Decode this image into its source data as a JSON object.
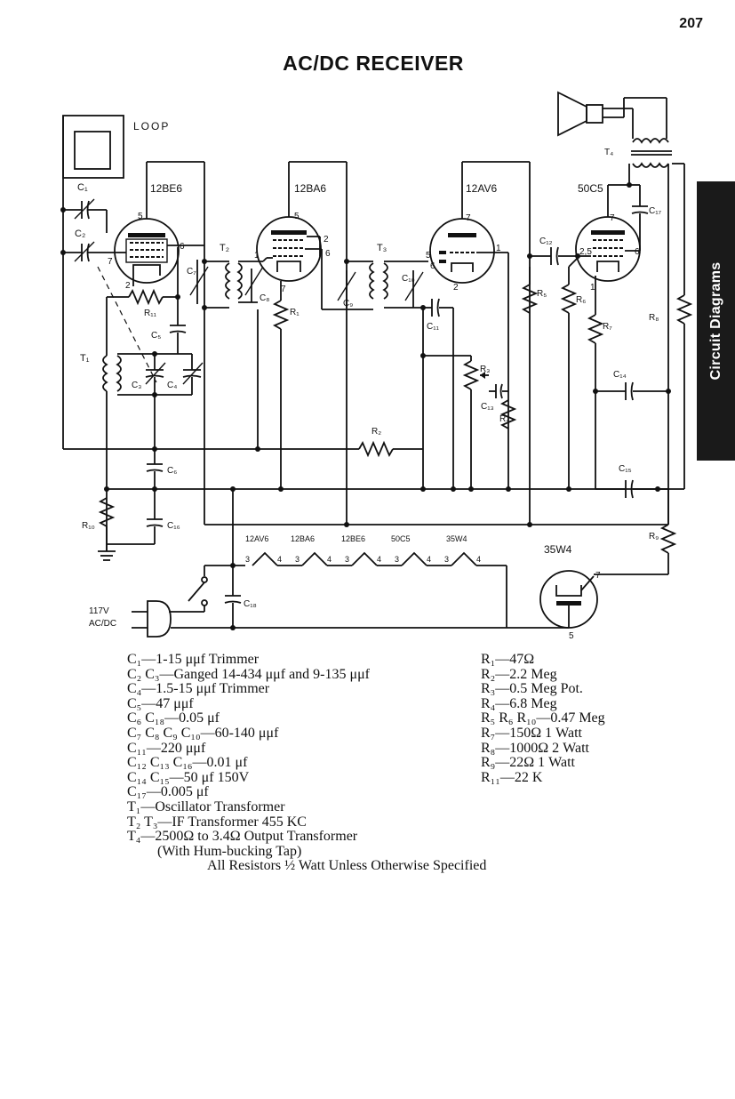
{
  "page": {
    "number": "207",
    "title": "AC/DC RECEIVER",
    "side_tab": "Circuit Diagrams"
  },
  "diagram": {
    "tubes": [
      "12BE6",
      "12BA6",
      "12AV6",
      "50C5",
      "35W4"
    ],
    "loop_label": "LOOP",
    "filament_string": [
      "12AV6",
      "12BA6",
      "12BE6",
      "50C5",
      "35W4"
    ],
    "mains_label_line1": "117V",
    "mains_label_line2": "AC/DC",
    "labels": {
      "C1": "C₁",
      "C2": "C₂",
      "C3": "C₃",
      "C4": "C₄",
      "C5": "C₅",
      "C6": "C₆",
      "C7": "C₇",
      "C8": "C₈",
      "C9": "C₉",
      "C10": "C₁₀",
      "C11": "C₁₁",
      "C12": "C₁₂",
      "C13": "C₁₃",
      "C14": "C₁₄",
      "C15": "C₁₅",
      "C16": "C₁₆",
      "C17": "C₁₇",
      "C18": "C₁₈",
      "R1": "R₁",
      "R2": "R₂",
      "R3": "R₃",
      "R4": "R₄",
      "R5": "R₅",
      "R6": "R₆",
      "R7": "R₇",
      "R8": "R₈",
      "R9": "R₉",
      "R10": "R₁₀",
      "R11": "R₁₁",
      "T1": "T₁",
      "T2": "T₂",
      "T3": "T₃",
      "T4": "T₄"
    }
  },
  "parts_list_left": [
    "C₁—1-15 μμf Trimmer",
    "C₂ C₃—Ganged 14-434 μμf and 9-135 μμf",
    "C₄—1.5-15 μμf Trimmer",
    "C₅—47 μμf",
    "C₆ C₁₈—0.05 μf",
    "C₇ C₈ C₉ C₁₀—60-140 μμf",
    "C₁₁—220 μμf",
    "C₁₂ C₁₃ C₁₆—0.01 μf",
    "C₁₄ C₁₅—50 μf 150V",
    "C₁₇—0.005 μf",
    "T₁—Oscillator Transformer",
    "T₂ T₃—IF Transformer 455 KC",
    "T₄—2500Ω to 3.4Ω Output Transformer",
    "(With Hum-bucking Tap)",
    "All Resistors ½ Watt Unless Otherwise Specified"
  ],
  "parts_list_right": [
    "R₁—47Ω",
    "R₂—2.2 Meg",
    "R₃—0.5 Meg Pot.",
    "R₄—6.8 Meg",
    "R₅ R₆ R₁₀—0.47 Meg",
    "R₇—150Ω 1 Watt",
    "R₈—1000Ω 2 Watt",
    "R₉—22Ω 1 Watt",
    "R₁₁—22 K"
  ]
}
